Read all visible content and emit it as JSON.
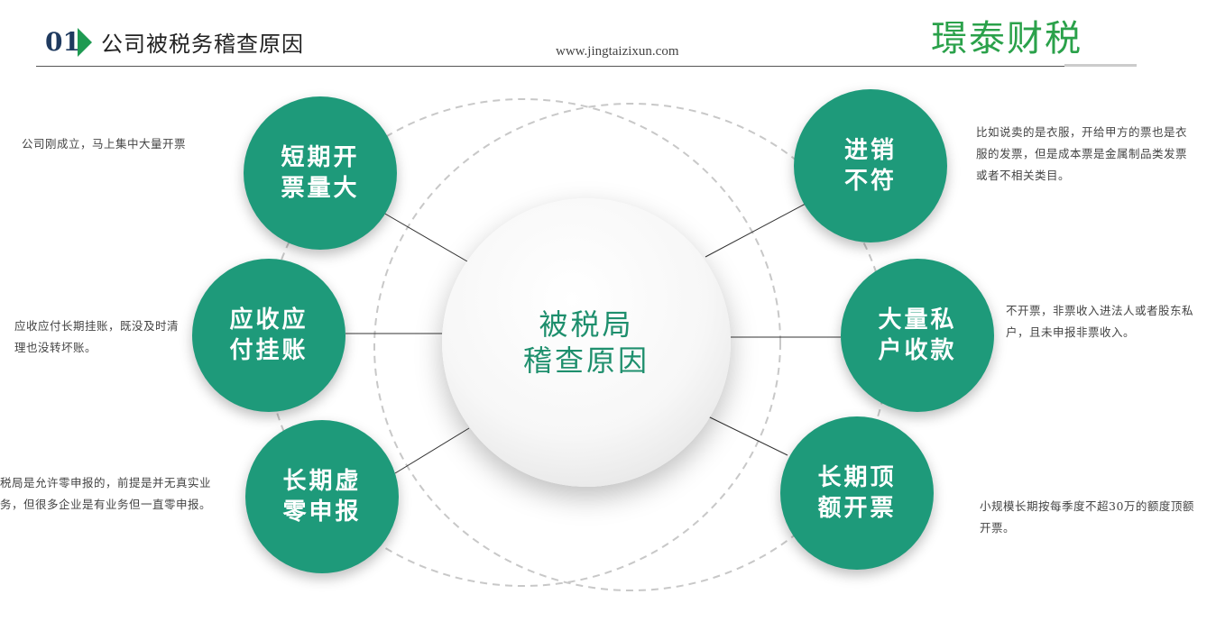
{
  "header": {
    "number": "01",
    "title": "公司被税务稽查原因",
    "url": "www.jingtaizixun.com",
    "brand": "璟泰财税"
  },
  "center": {
    "label": "被税局\n稽查原因"
  },
  "nodes": [
    {
      "label": "短期开\n票量大",
      "desc": "公司刚成立，马上集中大量开票"
    },
    {
      "label": "应收应\n付挂账",
      "desc": "应收应付长期挂账，既没及时清理也没转坏账。"
    },
    {
      "label": "长期虚\n零申报",
      "desc": "税局是允许零申报的，前提是并无真实业务，但很多企业是有业务但一直零申报。"
    },
    {
      "label": "进销\n不符",
      "desc": "比如说卖的是衣服，开给甲方的票也是衣服的发票，但是成本票是金属制品类发票或者不相关类目。"
    },
    {
      "label": "大量私\n户收款",
      "desc": "不开票，非票收入进法人或者股东私户，且未申报非票收入。"
    },
    {
      "label": "长期顶\n额开票",
      "desc": "小规模长期按每季度不超30万的额度顶额开票。"
    }
  ],
  "colors": {
    "accent": "#1e9a7a",
    "brand": "#2aa14a",
    "header_number": "#1f3a5f"
  }
}
